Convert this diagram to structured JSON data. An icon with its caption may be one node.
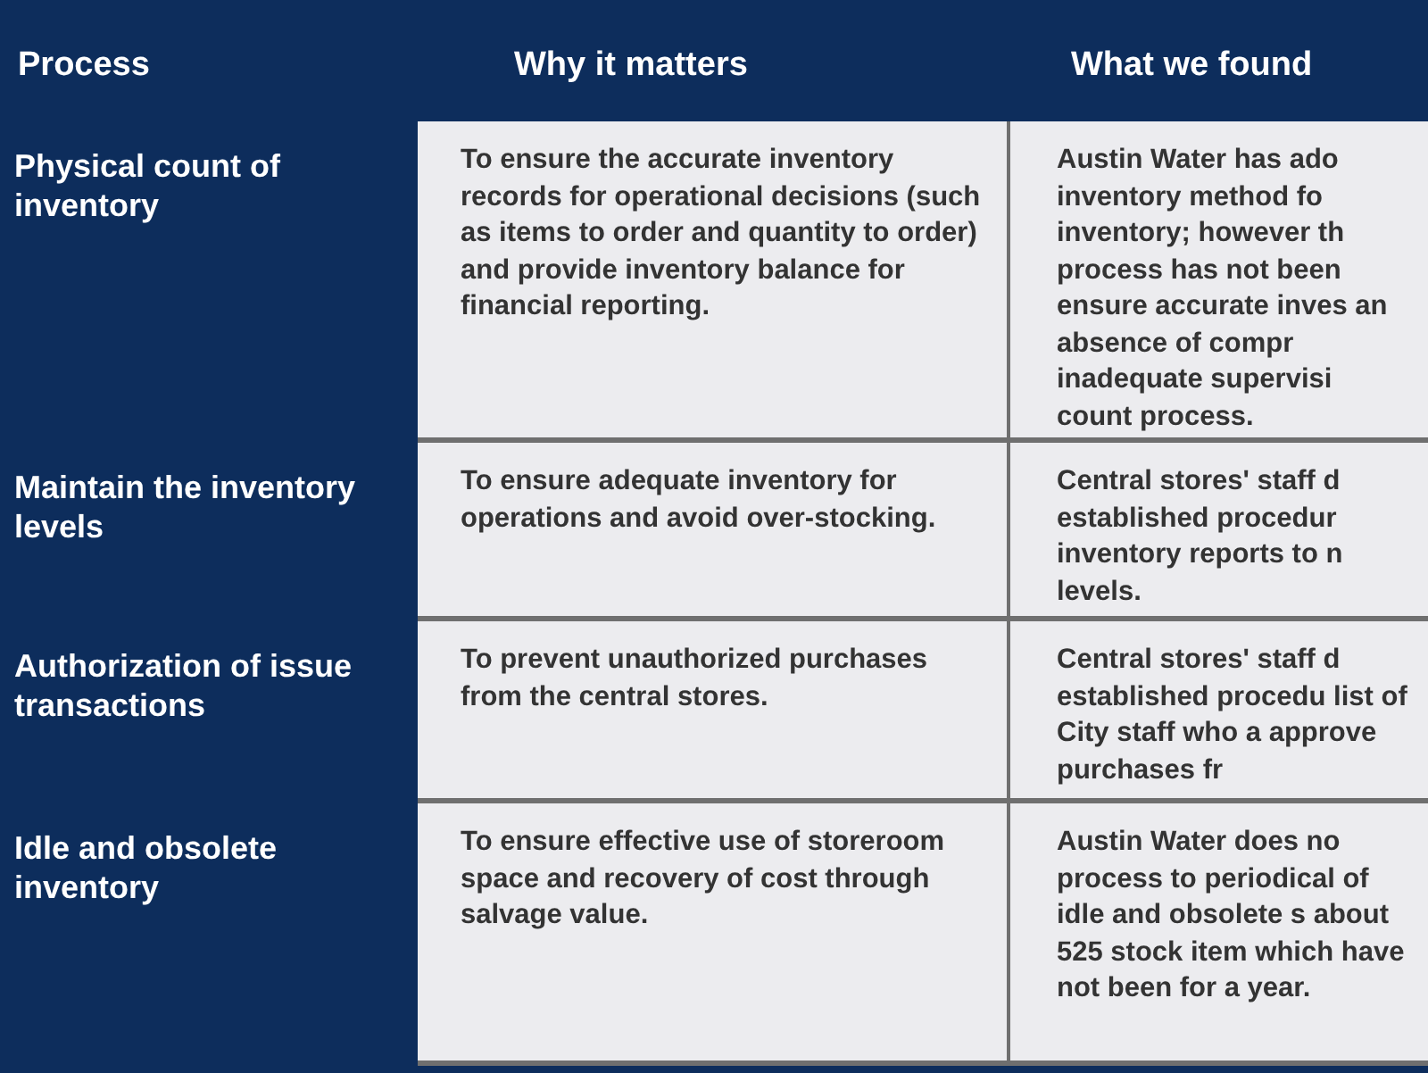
{
  "diagram": {
    "labels": [
      "Process",
      "Why it matters",
      "What we found",
      "Physical count of inventory",
      "To ensure the accurate inventory records for operational decisions (such as items to order and quantity to order) and provide inventory balance for financial reporting.",
      "Austin Water has ado inventory method fo inventory; however th process has not been ensure accurate inves an absence of compr inadequate supervisi count process.",
      "Maintain the inventory levels",
      "To ensure adequate inventory for operations and avoid over-stocking.",
      "Central stores' staff d established procedur inventory reports to n levels.",
      "Authorization of issue transactions",
      "To prevent unauthorized purchases from the central stores.",
      "Central stores' staff d established procedu list of City staff who a approve purchases fr",
      "Idle and obsolete inventory",
      "To ensure effective use of storeroom space and recovery of cost through salvage value.",
      "Austin Water does no process to periodical of idle and obsolete s about 525 stock item which have not been for a year."
    ]
  }
}
